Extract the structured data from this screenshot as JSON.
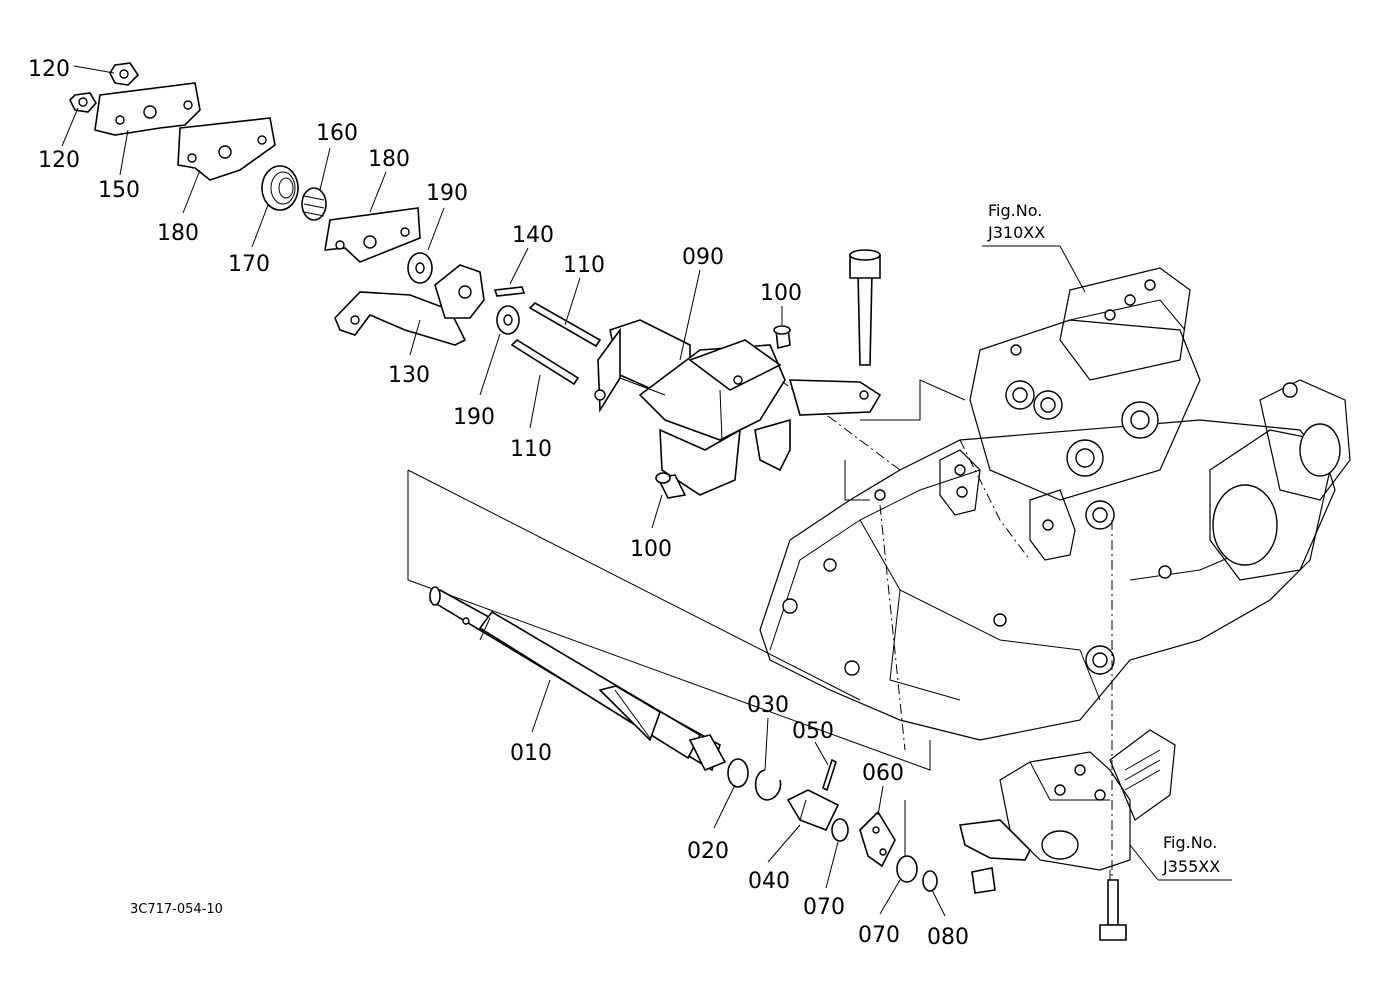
{
  "drawing_code": "3C717-054-10",
  "fig_refs": [
    {
      "title": "Fig.No.",
      "code": "J310XX"
    },
    {
      "title": "Fig.No.",
      "code": "J355XX"
    }
  ],
  "callouts": {
    "c010": "010",
    "c020": "020",
    "c030": "030",
    "c040": "040",
    "c050": "050",
    "c060": "060",
    "c070a": "070",
    "c070b": "070",
    "c080": "080",
    "c090": "090",
    "c100a": "100",
    "c100b": "100",
    "c110a": "110",
    "c110b": "110",
    "c120a": "120",
    "c120b": "120",
    "c130": "130",
    "c140": "140",
    "c150": "150",
    "c160": "160",
    "c170": "170",
    "c180a": "180",
    "c180b": "180",
    "c190a": "190",
    "c190b": "190"
  }
}
